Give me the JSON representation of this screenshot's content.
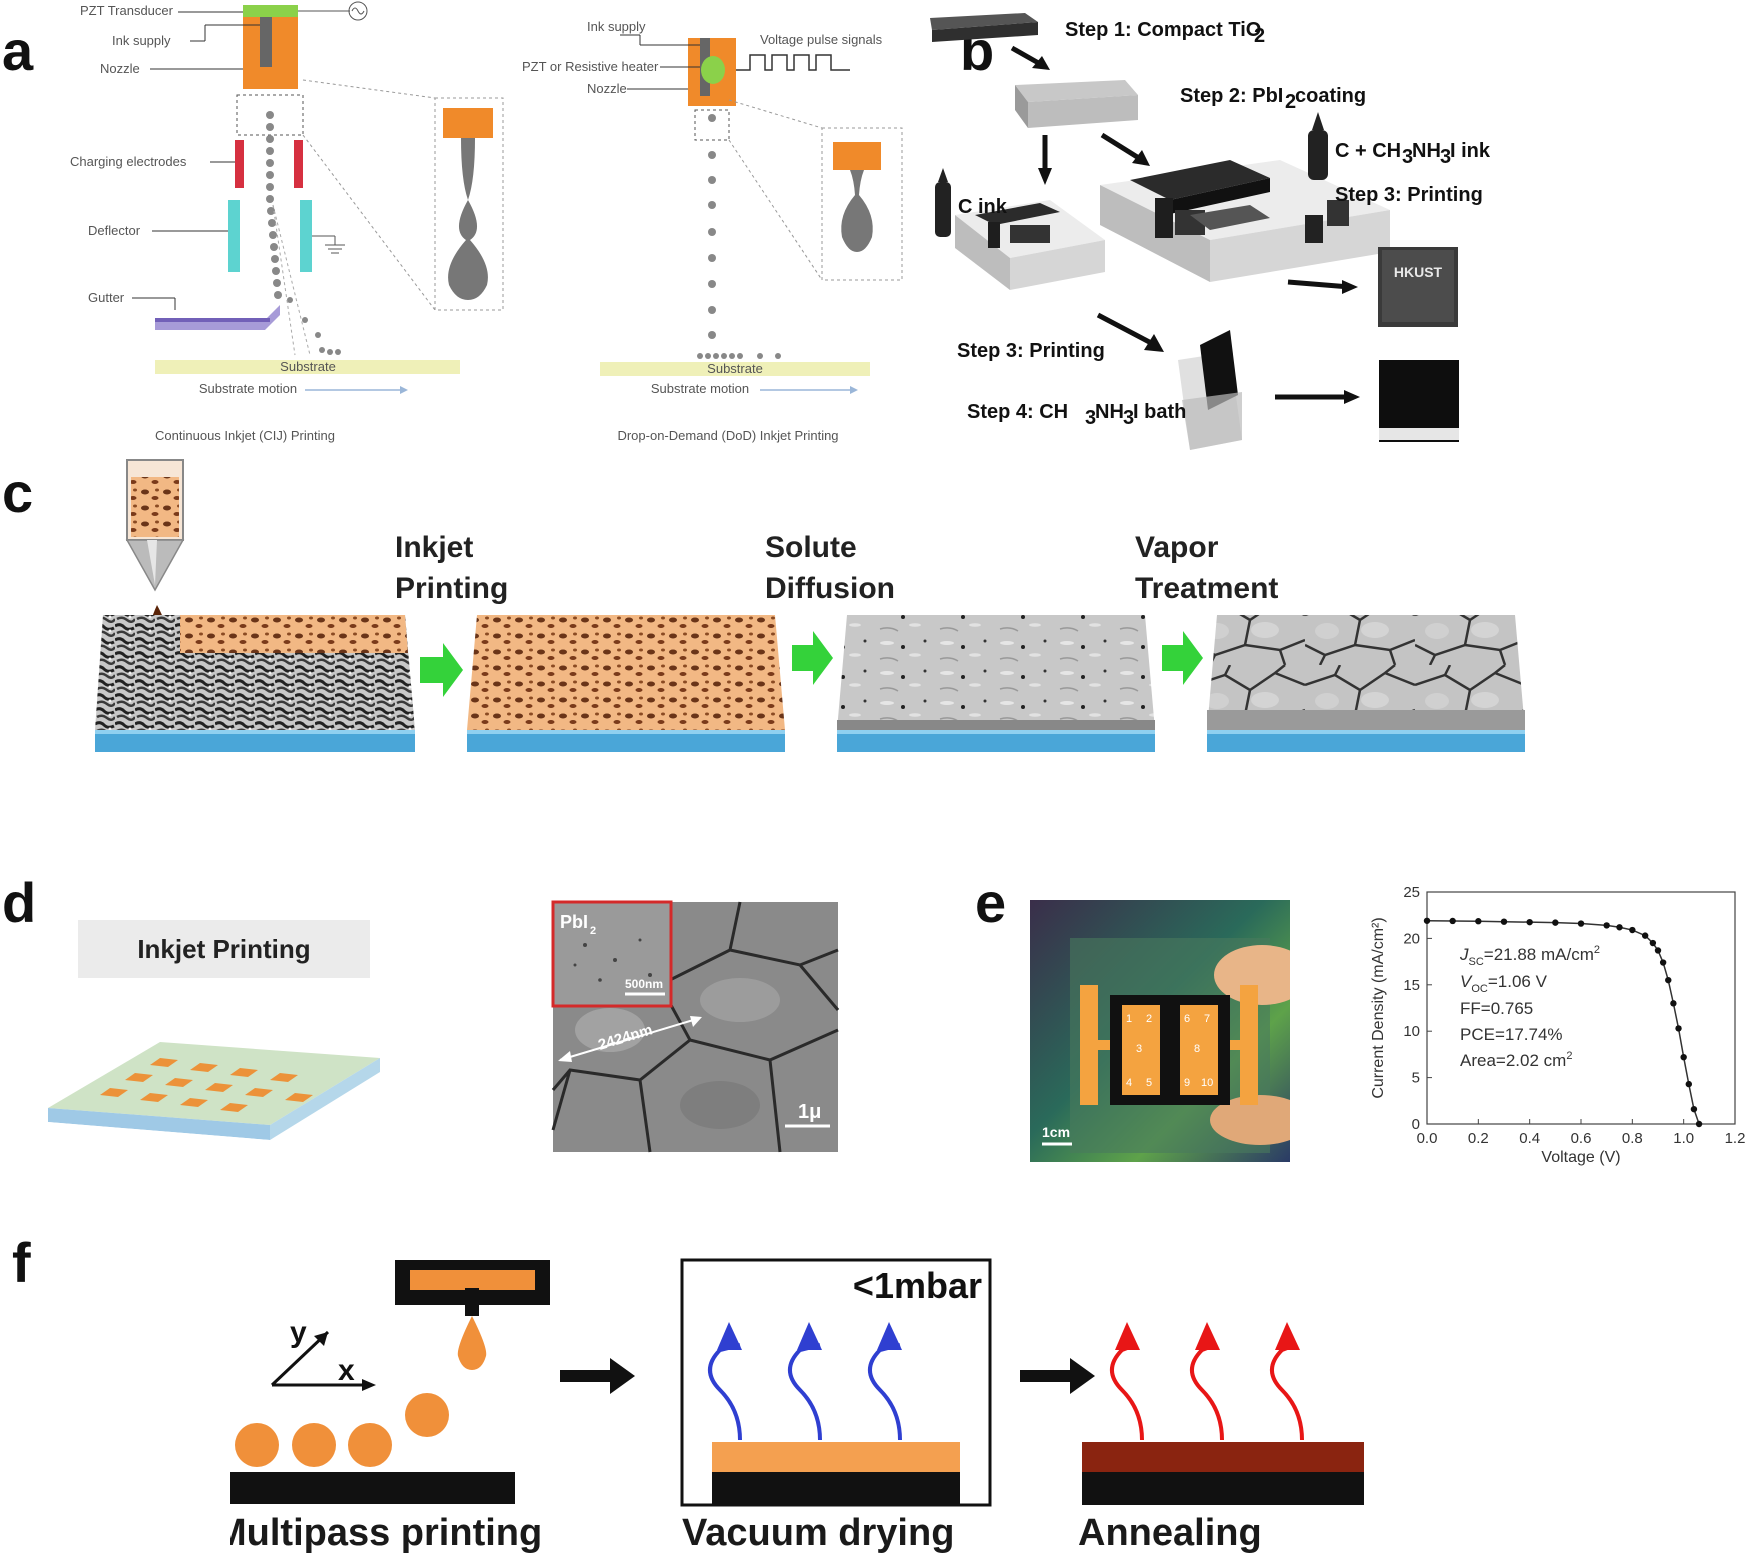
{
  "panels": {
    "a": "a",
    "b": "b",
    "c": "c",
    "d": "d",
    "e": "e",
    "f": "f"
  },
  "panel_a": {
    "cij": {
      "pzt": "PZT Transducer",
      "ink": "Ink supply",
      "nozzle": "Nozzle",
      "charging": "Charging electrodes",
      "deflector": "Deflector",
      "gutter": "Gutter",
      "substrate": "Substrate",
      "motion": "Substrate motion",
      "caption": "Continuous Inkjet (CIJ) Printing"
    },
    "dod": {
      "ink": "Ink supply",
      "pulse": "Voltage pulse signals",
      "heater": "PZT or Resistive heater",
      "nozzle": "Nozzle",
      "substrate": "Substrate",
      "motion": "Substrate motion",
      "caption": "Drop-on-Demand (DoD) Inkjet Printing"
    }
  },
  "panel_b": {
    "step1": "Step 1: Compact TiO",
    "step1_sub": "2",
    "step2_pre": "Step 2: PbI",
    "step2_sub": "2",
    "step2_post": " coating",
    "ink_big_pre": "C + CH",
    "ink_big_s1": "3",
    "ink_big_mid": "NH",
    "ink_big_s2": "3",
    "ink_big_post": "I  ink",
    "step3_right": "Step 3: Printing",
    "c_ink": "C  ink",
    "step3_left": "Step 3: Printing",
    "step4_pre": "Step 4: CH",
    "step4_s1": "3",
    "step4_mid": "NH",
    "step4_s2": "3",
    "step4_post": "I bath",
    "sample_text": "HKUST"
  },
  "panel_c": {
    "step1_l1": "Inkjet",
    "step1_l2": "Printing",
    "step2_l1": "Solute",
    "step2_l2": "Diffusion",
    "step3_l1": "Vapor",
    "step3_l2": "Treatment"
  },
  "panel_d": {
    "title": "Inkjet Printing",
    "inset_pre": "PbI",
    "inset_sub": "2",
    "inset_scale": "500nm",
    "grain": "2424nm",
    "scale": "1μ"
  },
  "panel_e": {
    "photo_scale": "1cm",
    "cell_numbers": [
      "1",
      "2",
      "3",
      "4",
      "5",
      "6",
      "7",
      "8",
      "9",
      "10"
    ],
    "annotations": {
      "jsc_pre": "J",
      "jsc_sub": "SC",
      "jsc_val": "=21.88 mA/cm",
      "jsc_sup": "2",
      "voc_pre": "V",
      "voc_sub": "OC",
      "voc_val": "=1.06 V",
      "ff": "FF=0.765",
      "pce": "PCE=17.74%",
      "area_val": "Area=2.02 cm",
      "area_sup": "2"
    }
  },
  "panel_f": {
    "axis_y": "y",
    "axis_x": "x",
    "pressure": "<1mbar",
    "step1": "Multipass printing",
    "step2": "Vacuum drying",
    "step3": "Annealing"
  },
  "colors": {
    "orange": "#f08a2a",
    "blue_arrow": "#2f3fd1",
    "red_arrow": "#e81616",
    "green_arrow": "#34d23a",
    "substrate_blue": "#4aa6d8"
  },
  "chart_data": {
    "type": "line",
    "title": "",
    "xlabel": "Voltage (V)",
    "ylabel": "Current Density (mA/cm²)",
    "xlim": [
      0.0,
      1.2
    ],
    "ylim": [
      0,
      25
    ],
    "xticks": [
      "0.0",
      "0.2",
      "0.4",
      "0.6",
      "0.8",
      "1.0",
      "1.2"
    ],
    "yticks": [
      "0",
      "5",
      "10",
      "15",
      "20",
      "25"
    ],
    "x": [
      0.0,
      0.1,
      0.2,
      0.3,
      0.4,
      0.5,
      0.6,
      0.7,
      0.75,
      0.8,
      0.85,
      0.88,
      0.9,
      0.92,
      0.94,
      0.96,
      0.98,
      1.0,
      1.02,
      1.04,
      1.06
    ],
    "y": [
      21.9,
      21.88,
      21.85,
      21.8,
      21.75,
      21.7,
      21.6,
      21.4,
      21.2,
      20.9,
      20.3,
      19.5,
      18.7,
      17.4,
      15.5,
      13.0,
      10.3,
      7.2,
      4.3,
      1.6,
      0
    ]
  }
}
